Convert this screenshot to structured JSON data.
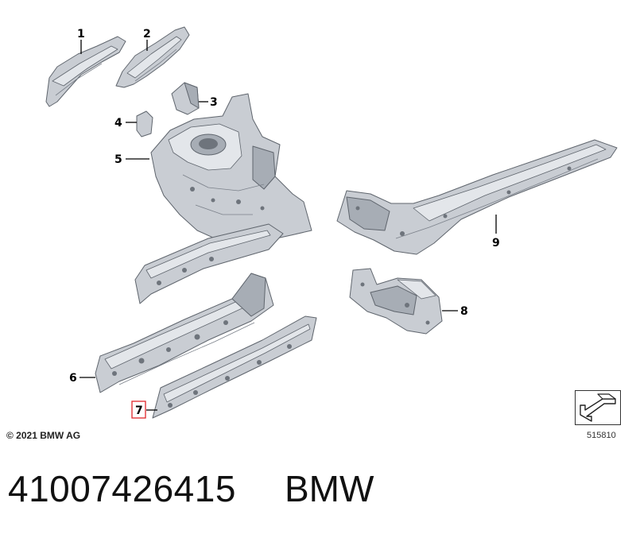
{
  "callouts": {
    "c1": "1",
    "c2": "2",
    "c3": "3",
    "c4": "4",
    "c5": "5",
    "c6": "6",
    "c7": "7",
    "c8": "8",
    "c9": "9"
  },
  "highlight_color": "#e0262b",
  "copyright": "© 2021 BMW AG",
  "reference_number": "515810",
  "part_number": "41007426415",
  "brand": "BMW"
}
